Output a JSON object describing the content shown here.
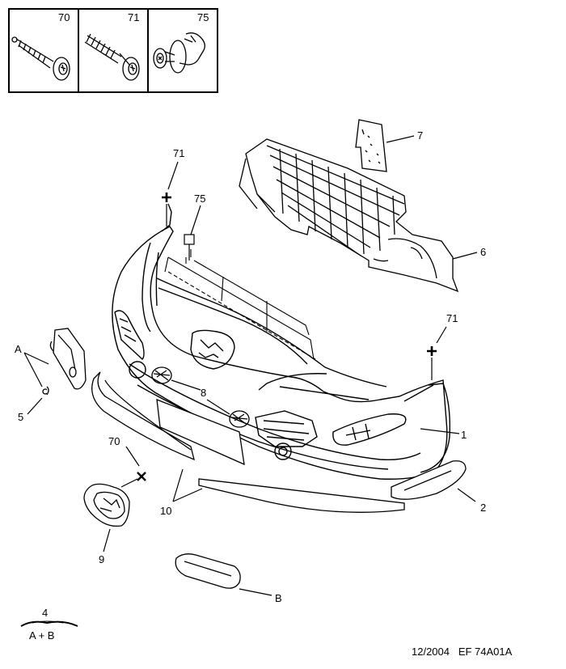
{
  "fasteners": [
    {
      "ref": "70",
      "type": "screw-short"
    },
    {
      "ref": "71",
      "type": "screw-long"
    },
    {
      "ref": "75",
      "type": "push-clip"
    }
  ],
  "callouts": {
    "c71_top": "71",
    "c75": "75",
    "c7": "7",
    "c6": "6",
    "c71_right": "71",
    "cA": "A",
    "c5": "5",
    "c8": "8",
    "c1": "1",
    "c70": "70",
    "c2": "2",
    "c10": "10",
    "c9": "9",
    "cB": "B"
  },
  "legend": {
    "number": "4",
    "text": "A + B"
  },
  "reference": "12/2004   EF 74A01A",
  "colors": {
    "ink": "#000000",
    "background": "#ffffff"
  }
}
